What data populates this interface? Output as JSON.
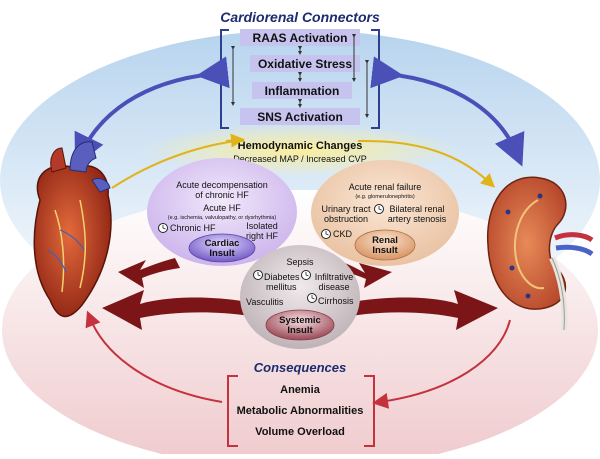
{
  "connectors": {
    "title": "Cardiorenal Connectors",
    "items": [
      "RAAS Activation",
      "Oxidative Stress",
      "Inflammation",
      "SNS Activation"
    ]
  },
  "hemodynamic": {
    "title": "Hemodynamic Changes",
    "subtitle": "Decreased MAP / Increased CVP"
  },
  "cardiac": {
    "line1": "Acute decompensation",
    "line2": "of chronic HF",
    "acute_hf": "Acute HF",
    "acute_hf_note": "(e.g. ischemia, valvulopathy, or dysrhythmia)",
    "chronic_hf": "Chronic HF",
    "right_hf_1": "Isolated",
    "right_hf_2": "right HF",
    "insult_1": "Cardiac",
    "insult_2": "Insult"
  },
  "renal": {
    "arf": "Acute renal failure",
    "arf_note": "(e.g. glomerulonephritis)",
    "uto_1": "Urinary tract",
    "uto_2": "obstruction",
    "bras_1": "Bilateral renal",
    "bras_2": "artery stenosis",
    "ckd": "CKD",
    "insult_1": "Renal",
    "insult_2": "Insult"
  },
  "systemic": {
    "sepsis": "Sepsis",
    "diabetes_1": "Diabetes",
    "diabetes_2": "mellitus",
    "infiltrative_1": "Infiltrative",
    "infiltrative_2": "disease",
    "vasculitis": "Vasculitis",
    "cirrhosis": "Cirrhosis",
    "insult_1": "Systemic",
    "insult_2": "Insult"
  },
  "consequences": {
    "title": "Consequences",
    "items": [
      "Anemia",
      "Metabolic Abnormalities",
      "Volume Overload"
    ]
  },
  "colors": {
    "sky": "#cfe3f4",
    "pink": "#f3d6d8",
    "connector_box": "#c6c4ef",
    "connector_bracket": "#2e3f8f",
    "blue_arrow": "#4b4fb8",
    "red_arrow": "#c4323e",
    "hemodynamic_band": "#fbf0a9",
    "cardiac": "#d7c2ef",
    "renal": "#f0cdb0",
    "systemic": "#cfc4c8",
    "maroon": "#7c1518"
  }
}
